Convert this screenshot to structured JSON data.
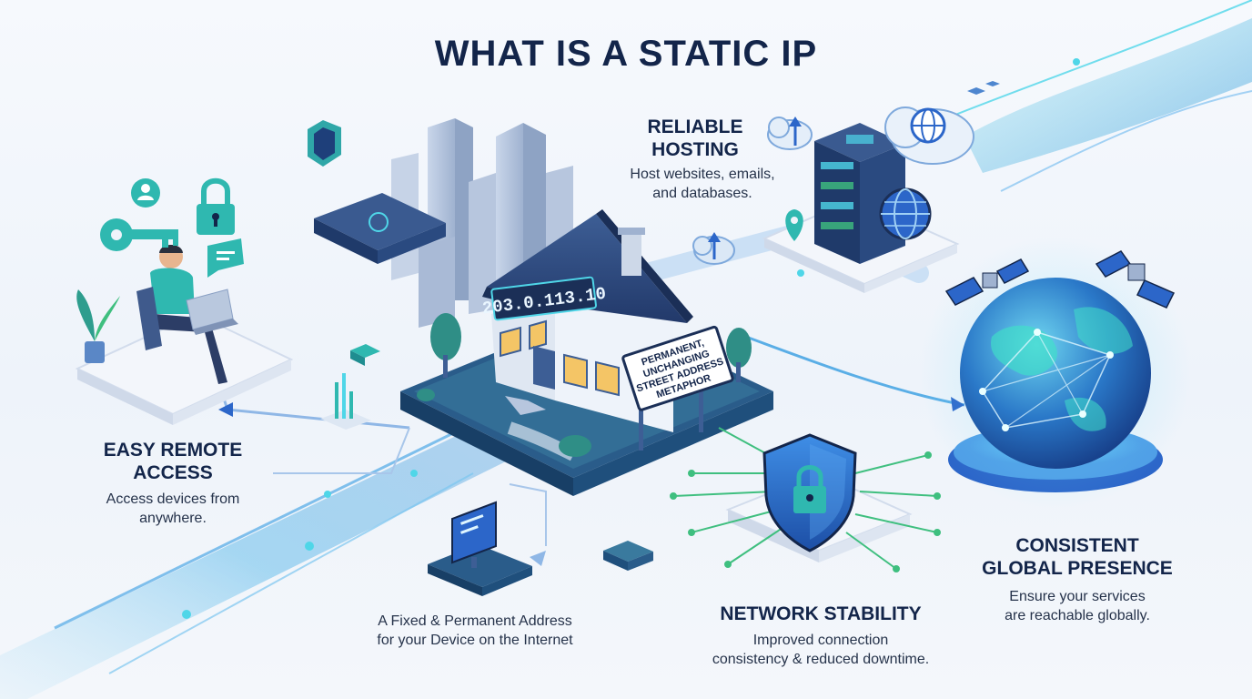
{
  "title": "WHAT IS A STATIC IP",
  "house": {
    "ip_address": "203.0.113.10",
    "sign_lines": [
      "PERMANENT,",
      "UNCHANGING",
      "STREET ADDRESS",
      "METAPHOR"
    ]
  },
  "sections": {
    "hosting": {
      "heading_lines": [
        "RELIABLE",
        "HOSTING"
      ],
      "desc_lines": [
        "Host websites, emails,",
        "and databases."
      ]
    },
    "remote": {
      "heading_lines": [
        "EASY REMOTE",
        "ACCESS"
      ],
      "desc_lines": [
        "Access devices from",
        "anywhere."
      ]
    },
    "fixed": {
      "desc_lines": [
        "A Fixed & Permanent Address",
        "for your Device on the Internet"
      ]
    },
    "stability": {
      "heading_lines": [
        "NETWORK STABILITY"
      ],
      "desc_lines": [
        "Improved connection",
        "consistency & reduced downtime."
      ]
    },
    "global": {
      "heading_lines": [
        "CONSISTENT",
        "GLOBAL PRESENCE"
      ],
      "desc_lines": [
        "Ensure your services",
        "are reachable globally."
      ]
    }
  },
  "colors": {
    "navy": "#13254a",
    "blue": "#2c66c9",
    "teal": "#2fb8b0",
    "green": "#3fbf7f",
    "cyan": "#4fd6e8",
    "light_blue": "#dde9f7"
  },
  "icons": [
    "key-icon",
    "padlock-icon",
    "user-icon",
    "chat-icon",
    "router-icon",
    "shield-icon",
    "cloud-upload-icon",
    "server-icon",
    "globe-icon",
    "cloud-icon",
    "satellite-icon",
    "location-pin-icon",
    "monitor-icon",
    "plant-icon"
  ]
}
